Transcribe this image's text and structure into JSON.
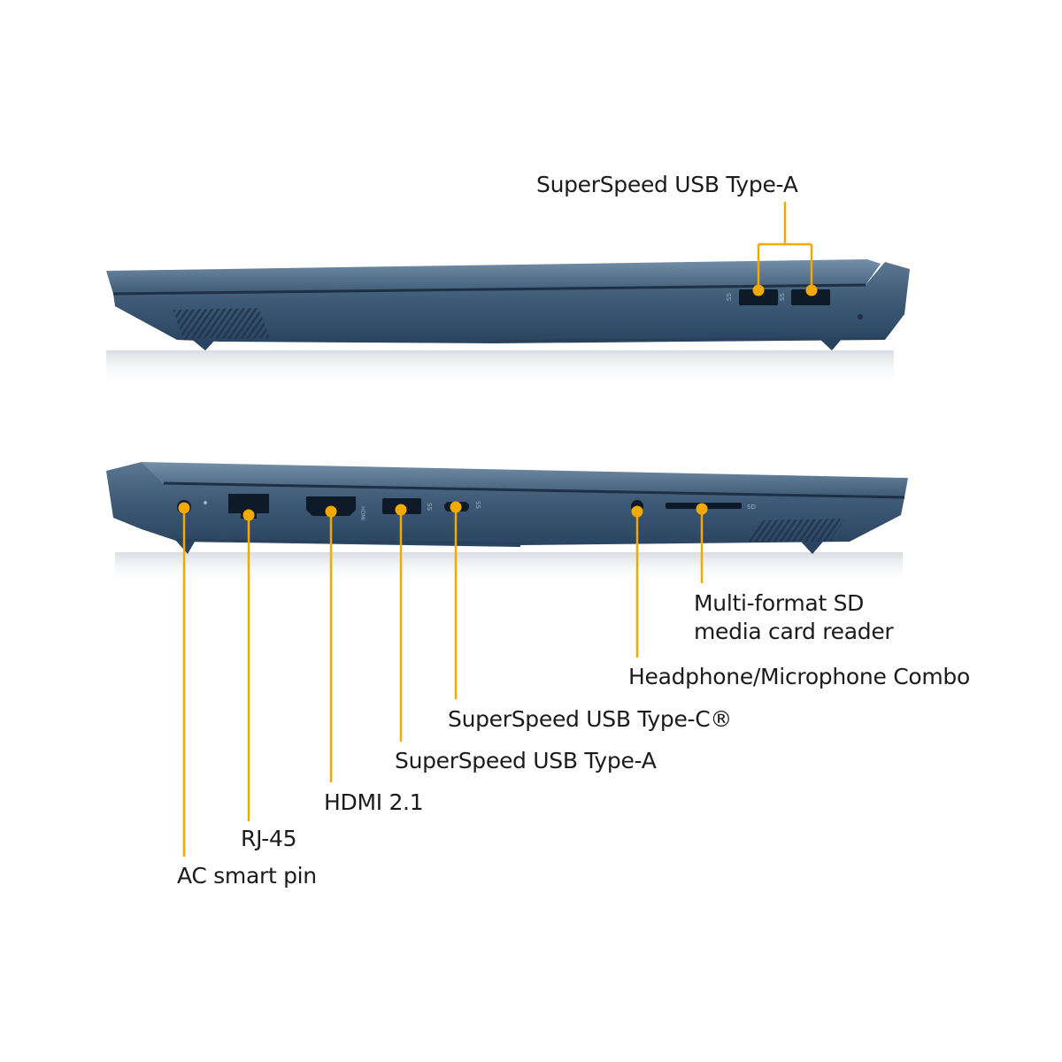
{
  "accent_color": "#f2a900",
  "body_color": "#3a5673",
  "top_view": {
    "labels": {
      "usb_a": "SuperSpeed USB Type-A"
    },
    "port_markings": {
      "usb_left": "SS",
      "usb_right": "SS"
    }
  },
  "bottom_view": {
    "labels": {
      "sd_reader_line1": "Multi-format SD",
      "sd_reader_line2": "media card reader",
      "headphone": "Headphone/Microphone Combo",
      "usb_c": "SuperSpeed USB Type-C®",
      "usb_a": "SuperSpeed USB Type-A",
      "hdmi": "HDMI 2.1",
      "rj45": "RJ-45",
      "ac_pin": "AC smart pin"
    },
    "port_markings": {
      "sd": "SD",
      "hdmi": "HDMI",
      "usb_a": "SS",
      "usb_c": "SS"
    }
  }
}
